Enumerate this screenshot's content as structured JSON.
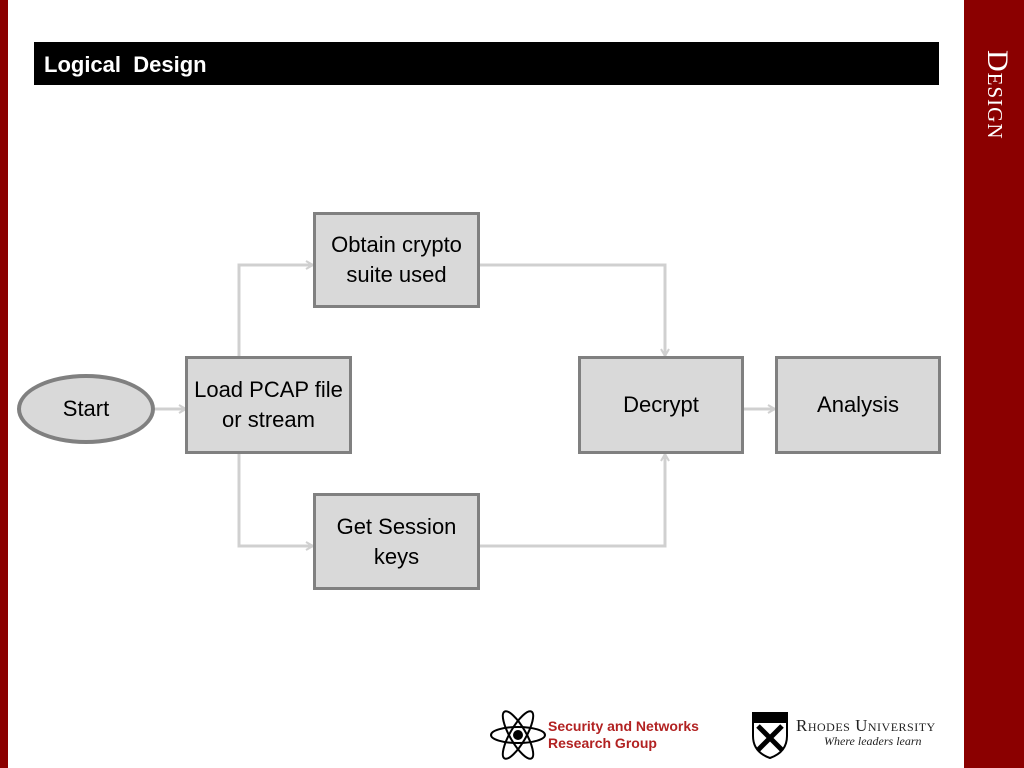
{
  "slide": {
    "title": "Logical  Design",
    "section_label": "Design"
  },
  "diagram": {
    "start": "Start",
    "load": "Load PCAP file or stream",
    "obtain": "Obtain crypto suite used",
    "session": "Get Session keys",
    "decrypt": "Decrypt",
    "analysis": "Analysis"
  },
  "footer": {
    "snrg_line1": "Security and Networks",
    "snrg_line2": "Research Group",
    "university_name": "Rhodes University",
    "university_tagline": "Where leaders learn"
  },
  "colors": {
    "accent": "#8b0000",
    "box_fill": "#d9d9d9",
    "box_border": "#808080",
    "connector": "#d0d0d0"
  }
}
